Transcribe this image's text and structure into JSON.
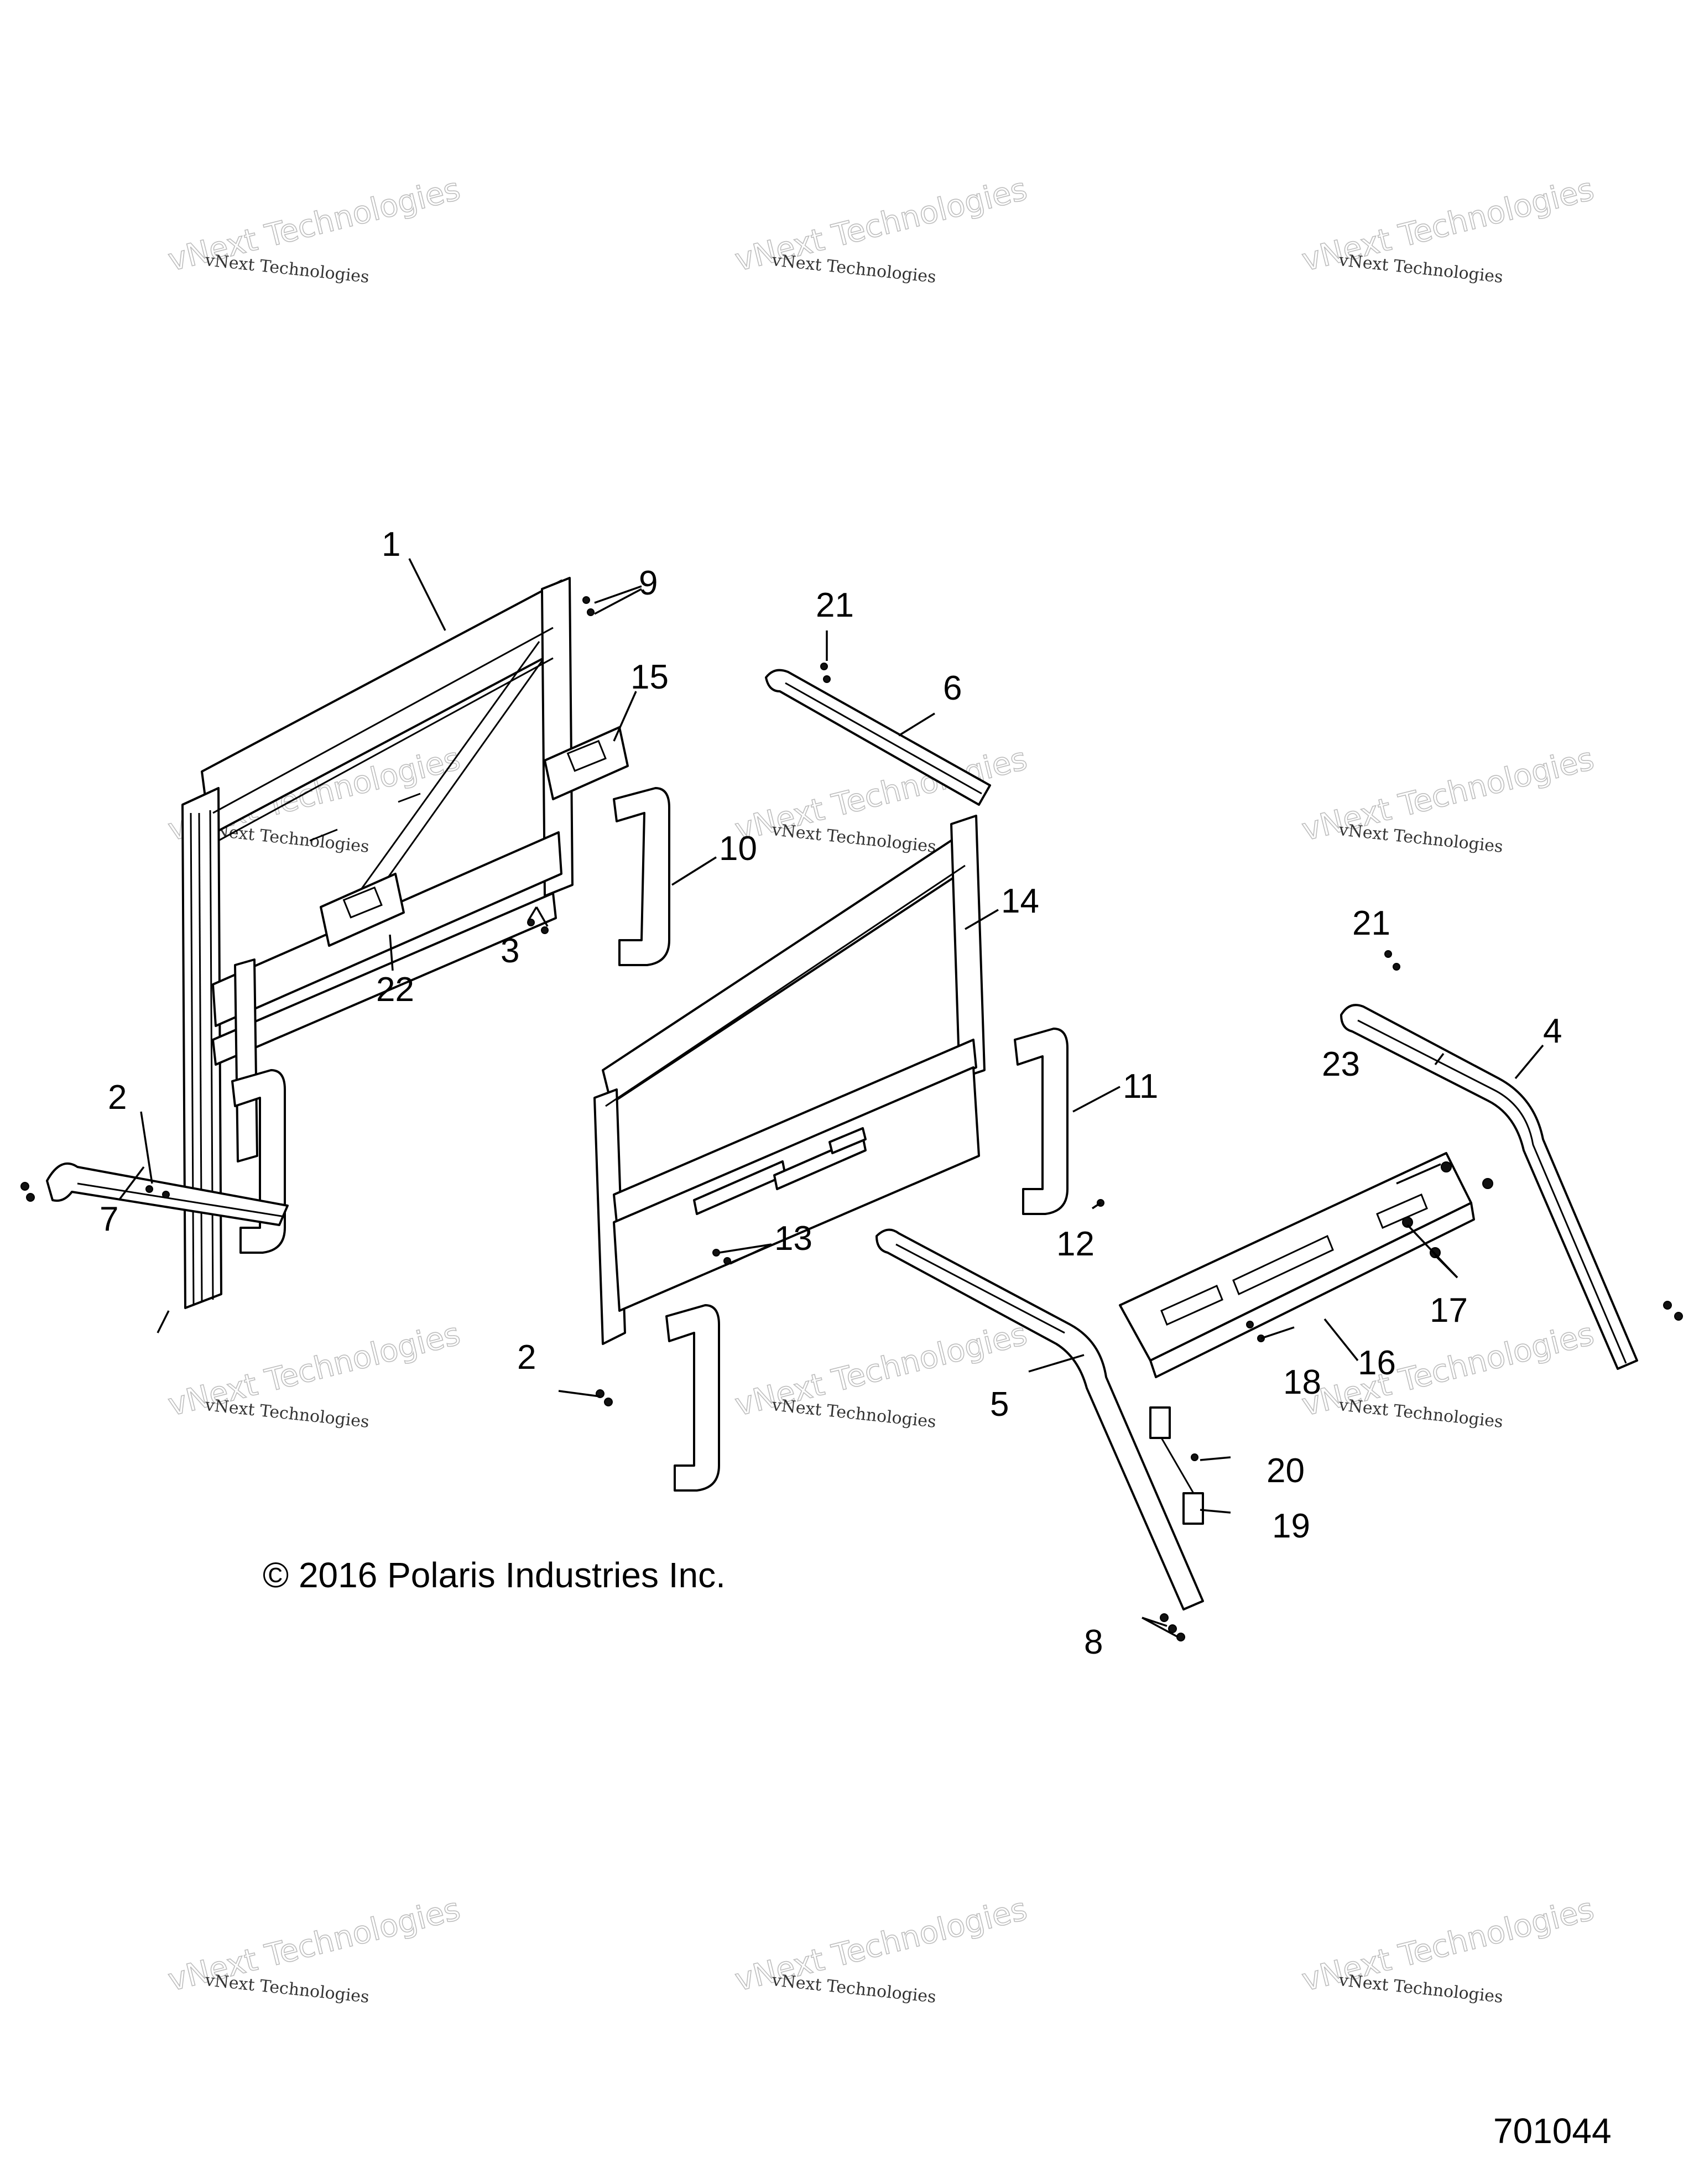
{
  "watermark": {
    "line1": "vNext Technologies",
    "line2": "vNext Technologies"
  },
  "callouts": [
    "1",
    "2",
    "2",
    "3",
    "4",
    "5",
    "6",
    "7",
    "8",
    "9",
    "10",
    "11",
    "12",
    "13",
    "14",
    "15",
    "16",
    "17",
    "18",
    "19",
    "20",
    "21",
    "21",
    "22",
    "23"
  ],
  "copyright": "© 2016 Polaris Industries Inc.",
  "figure_number": "701044"
}
